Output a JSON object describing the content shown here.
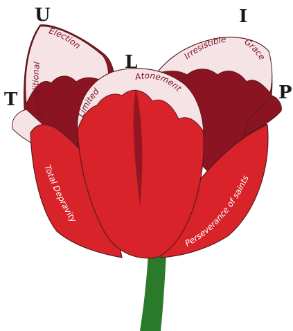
{
  "letters": {
    "u": "U",
    "i": "I",
    "l": "L",
    "t": "T",
    "p": "P"
  },
  "labels": {
    "unconditional": "Unconditional",
    "election": "Election",
    "irresistible": "Irresistible",
    "grace": "Grace",
    "limited": "Limited",
    "atonement": "Atonement",
    "total_depravity": "Total Depravity",
    "perseverance": "Perseverance of saints"
  },
  "colors": {
    "petal_red": "#d8232a",
    "petal_dark": "#8a1422",
    "petal_pale": "#f6e3e6",
    "label_dark": "#7a1020",
    "label_light": "#ffffff",
    "stem": "#2a7a2a",
    "outline": "#5a1a1a"
  }
}
